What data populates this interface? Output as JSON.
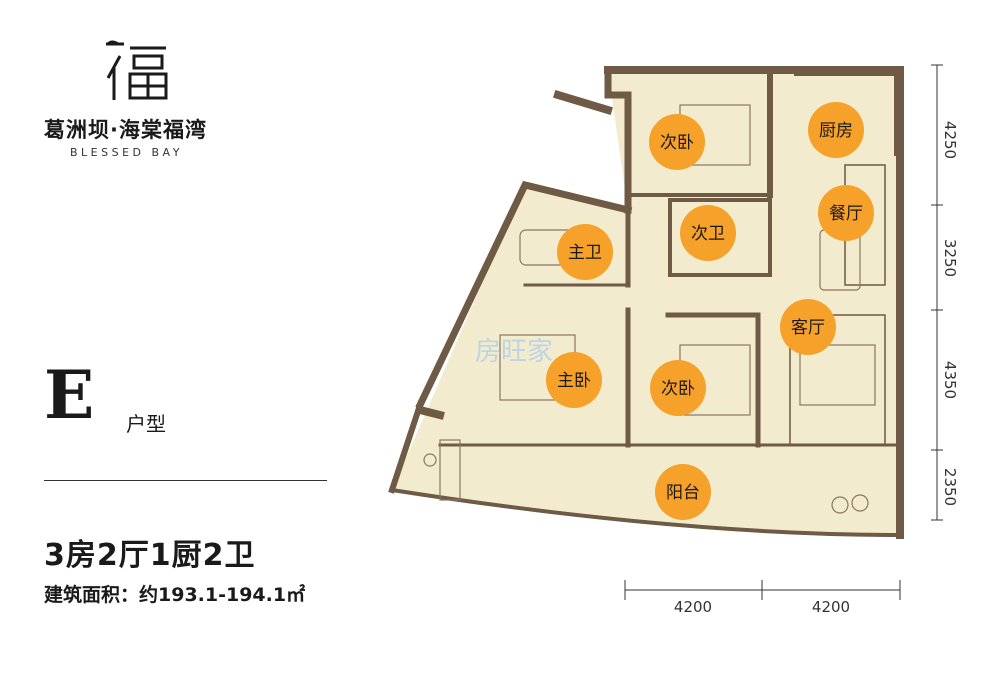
{
  "branding": {
    "name_cn": "葛洲坝·海棠福湾",
    "name_en": "BLESSED BAY"
  },
  "unit": {
    "letter": "E",
    "suffix": "户型",
    "layout": "3房2厅1厨2卫",
    "area": "建筑面积：约193.1-194.1㎡"
  },
  "rooms": [
    {
      "id": "bed2a",
      "label": "次卧"
    },
    {
      "id": "kitchen",
      "label": "厨房"
    },
    {
      "id": "dining",
      "label": "餐厅"
    },
    {
      "id": "bath2",
      "label": "次卫"
    },
    {
      "id": "bath1",
      "label": "主卫"
    },
    {
      "id": "living",
      "label": "客厅"
    },
    {
      "id": "master",
      "label": "主卧"
    },
    {
      "id": "bed2b",
      "label": "次卧"
    },
    {
      "id": "balcony",
      "label": "阳台"
    }
  ],
  "dimensions": {
    "vertical": [
      "4250",
      "3250",
      "4350",
      "2350"
    ],
    "horizontal": [
      "4200",
      "4200"
    ]
  },
  "watermark": "房旺家",
  "colors": {
    "floor": "#f3ebcd",
    "wall": "#6e5a45",
    "marker": "#f6a12a"
  }
}
